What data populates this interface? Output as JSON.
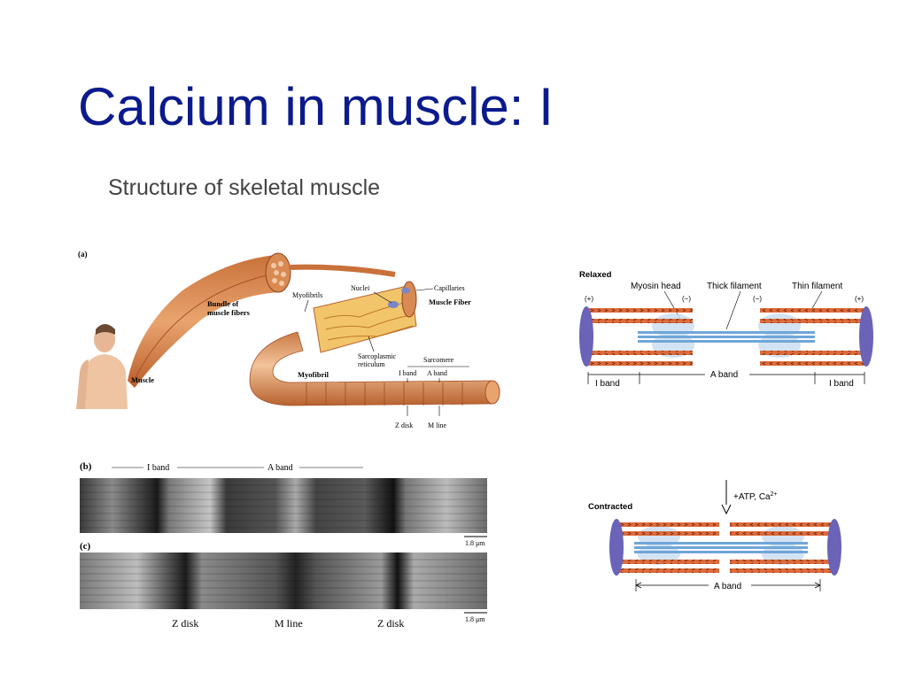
{
  "slide": {
    "title": "Calcium in muscle: I",
    "subtitle": "Structure of skeletal muscle"
  },
  "anatomy": {
    "panel_label": "(a)",
    "muscle": "Muscle",
    "bundle": [
      "Bundle of",
      "muscle fibers"
    ],
    "myofibrils": "Myofibrils",
    "nuclei": "Nuclei",
    "capillaries": "Capillaries",
    "muscle_fiber": "Muscle Fiber",
    "sr": [
      "Sarcoplasmic",
      "reticulum"
    ],
    "sarcomere": "Sarcomere",
    "myofibril": "Myofibril",
    "i_band": "I band",
    "a_band": "A band",
    "z_disk": "Z disk",
    "m_line": "M line"
  },
  "micrograph_b": {
    "panel_label": "(b)",
    "i_band": "I band",
    "a_band": "A band",
    "scale": "1.8 μm"
  },
  "micrograph_c": {
    "panel_label": "(c)",
    "z_disk_left": "Z disk",
    "m_line": "M line",
    "z_disk_right": "Z disk",
    "scale": "1.8 μm"
  },
  "relaxed": {
    "state": "Relaxed",
    "myosin_head": "Myosin head",
    "thick_filament": "Thick filament",
    "thin_filament": "Thin filament",
    "plus_left": "(+)",
    "minus_left": "(−)",
    "minus_right": "(−)",
    "plus_right": "(+)",
    "i_band_left": "I band",
    "a_band": "A band",
    "i_band_right": "I band"
  },
  "contracted": {
    "trigger": "+ATP, Ca",
    "trigger_sup": "2+",
    "state": "Contracted",
    "a_band": "A band"
  },
  "colors": {
    "title": "#0b1a8c",
    "muscle_orange": "#d98a52",
    "thin_filament": "#e06a3a",
    "thick_filament": "#6fa6d8",
    "disk": "#6a63b8"
  }
}
